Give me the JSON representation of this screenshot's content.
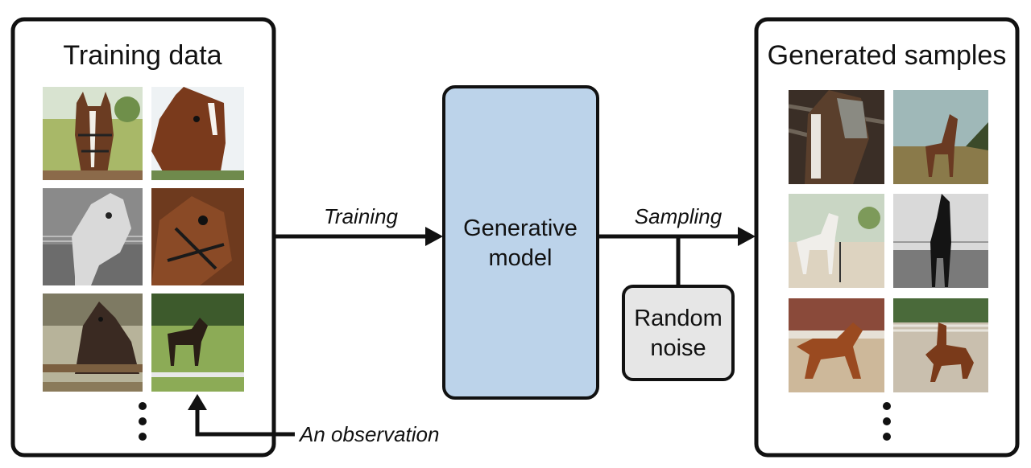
{
  "training_panel": {
    "title": "Training data",
    "images": [
      {
        "subject": "brown horse with halter, fence, field"
      },
      {
        "subject": "chestnut horse head, light sky"
      },
      {
        "subject": "grey horse head, black-and-white"
      },
      {
        "subject": "bay horse head close-up with bridle"
      },
      {
        "subject": "dark horse behind wooden fence, trees"
      },
      {
        "subject": "dark horse standing on grass, hedge"
      }
    ]
  },
  "model_box": {
    "line1": "Generative",
    "line2": "model",
    "color": "#bcd3ea"
  },
  "noise_box": {
    "line1": "Random",
    "line2": "noise",
    "color": "#e6e6e6"
  },
  "arrows": {
    "training_label": "Training",
    "sampling_label": "Sampling"
  },
  "annotation": {
    "text": "An observation"
  },
  "generated_panel": {
    "title": "Generated samples",
    "images": [
      {
        "subject": "horse head close-up in stable"
      },
      {
        "subject": "brown horse standing in field"
      },
      {
        "subject": "white horse on dirt track"
      },
      {
        "subject": "black horse in black-and-white paddock"
      },
      {
        "subject": "chestnut horse galloping in arena"
      },
      {
        "subject": "brown horse trotting in arena"
      }
    ]
  }
}
